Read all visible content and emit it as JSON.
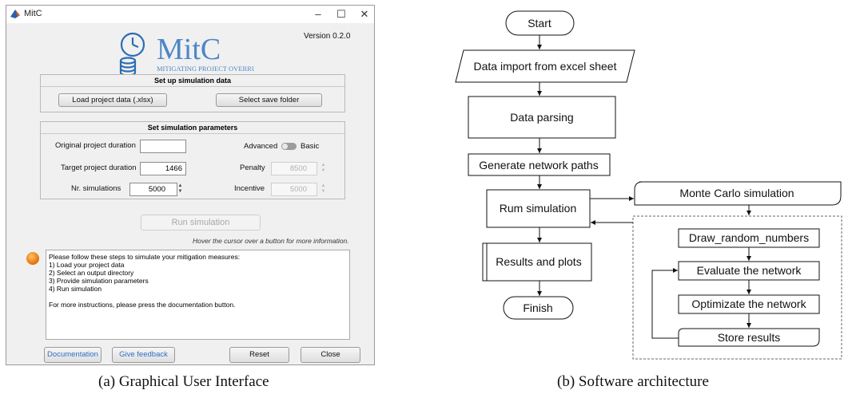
{
  "window": {
    "title": "MitC",
    "minimize": "–",
    "maximize": "☐",
    "close": "✕",
    "logo_title": "MitC",
    "logo_subtitle": "MITIGATING PROJECT OVERRUN",
    "version": "Version 0.2.0"
  },
  "setup": {
    "heading": "Set up simulation data",
    "load_button": "Load project data (.xlsx)",
    "save_button": "Select save folder"
  },
  "params": {
    "heading": "Set simulation parameters",
    "original_label": "Original project duration",
    "original_value": "",
    "target_label": "Target project duration",
    "target_value": "1466",
    "sims_label": "Nr. simulations",
    "sims_value": "5000",
    "mode_advanced": "Advanced",
    "mode_basic": "Basic",
    "penalty_label": "Penalty",
    "penalty_value": "8500",
    "incentive_label": "Incentive",
    "incentive_value": "5000"
  },
  "run_button": "Run simulation",
  "hover_hint": "Hover the cursor over a button for more information.",
  "info_lines": [
    "Please follow these steps to simulate your mitigation measures:",
    "1) Load your project data",
    "2) Select an output directory",
    "3) Provide simulation parameters",
    "4) Run simulation",
    "",
    "For more instructions, please press the documentation button."
  ],
  "footer": {
    "documentation": "Documentation",
    "feedback": "Give feedback",
    "reset": "Reset",
    "close": "Close"
  },
  "captions": {
    "a": "(a)    Graphical User Interface",
    "b": "(b)    Software architecture"
  },
  "flowchart": {
    "start": "Start",
    "import": "Data import from excel sheet",
    "parsing": "Data parsing",
    "paths": "Generate network paths",
    "run": "Rum simulation",
    "results": "Results and plots",
    "finish": "Finish",
    "monte_carlo": "Monte Carlo simulation",
    "draw": "Draw_random_numbers",
    "evaluate": "Evaluate the network",
    "optimize": "Optimizate the network",
    "store": "Store results"
  },
  "colors": {
    "window_bg": "#f0f0f0",
    "status_led": "#e97a12",
    "link_blue": "#2e6fc8"
  }
}
